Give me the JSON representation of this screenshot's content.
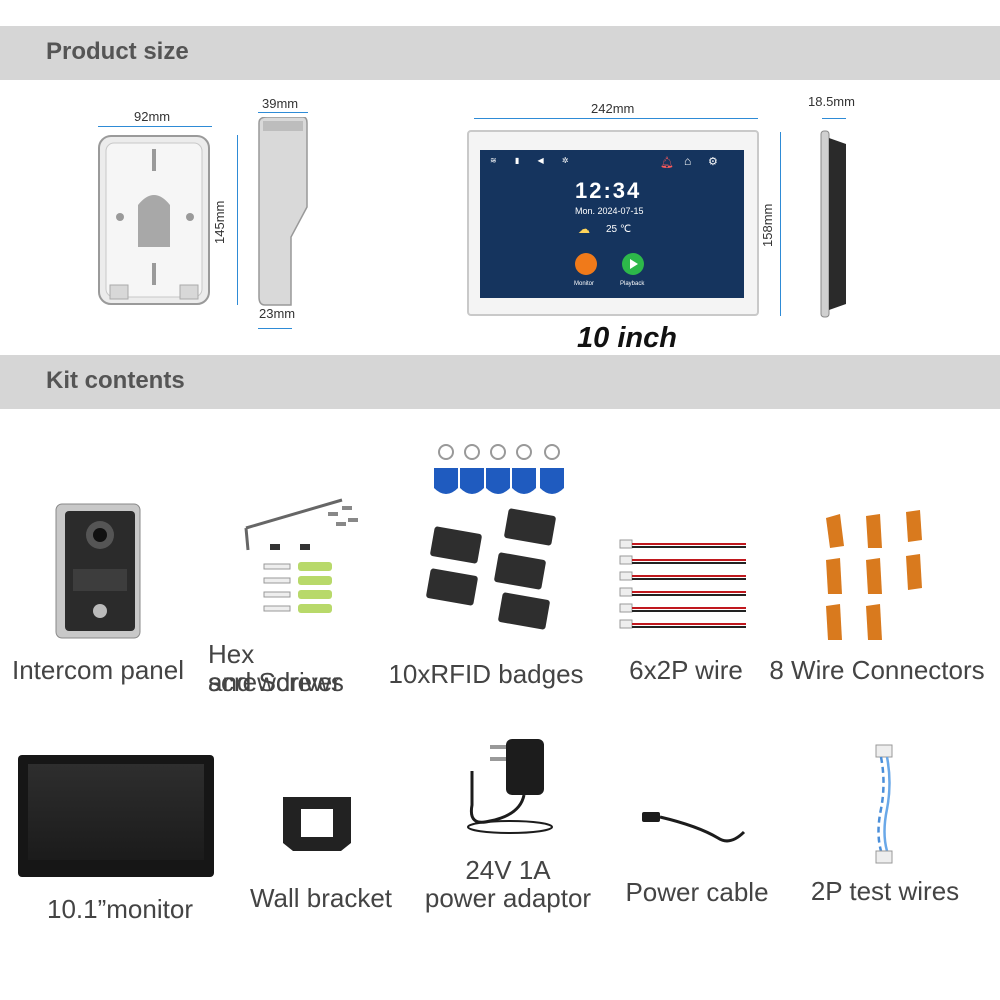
{
  "sections": {
    "product_size": "Product size",
    "kit_contents": "Kit contents"
  },
  "dimensions": {
    "panel_width": "92mm",
    "panel_height": "145mm",
    "panel_depth_top": "39mm",
    "panel_depth_bottom": "23mm",
    "monitor_width": "242mm",
    "monitor_height": "158mm",
    "monitor_depth": "18.5mm"
  },
  "monitor_size_label": "10 inch",
  "screen": {
    "time": "12:34",
    "date": "Mon.  2024-07-15",
    "temperature": "25 ℃",
    "monitor_label": "Monitor",
    "playback_label": "Playback"
  },
  "kit_items": {
    "intercom_panel": "Intercom panel",
    "hex_line1": "Hex screwdriver",
    "hex_line2": "and Screws",
    "rfid": "10xRFID badges",
    "wire": "6x2P wire",
    "connectors": "8 Wire Connectors",
    "monitor": "10.1”monitor",
    "bracket": "Wall bracket",
    "adaptor_line1": "24V 1A",
    "adaptor_line2": "power adaptor",
    "power_cable": "Power cable",
    "test_wires": "2P test wires"
  },
  "colors": {
    "band": "#d6d6d6",
    "dimension_line": "#2e8bd6",
    "screen_bg": "#15345e",
    "rfid_tag": "#1f5bbf",
    "connector": "#d97a1e",
    "wire_red": "#c0181e"
  }
}
